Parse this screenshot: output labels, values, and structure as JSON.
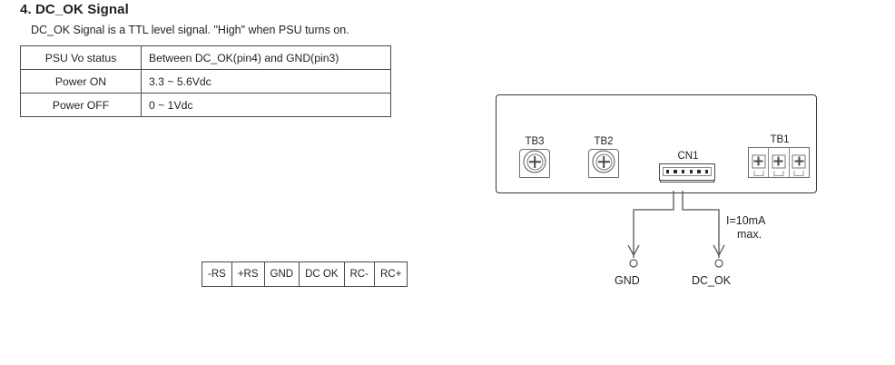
{
  "section": {
    "heading": "4. DC_OK Signal",
    "intro": "DC_OK Signal is a TTL level signal. \"High\" when PSU turns on."
  },
  "spec_table": {
    "rows": [
      {
        "status": "PSU Vo status",
        "value": "Between DC_OK(pin4) and GND(pin3)"
      },
      {
        "status": "Power ON",
        "value": "3.3 ~ 5.6Vdc"
      },
      {
        "status": "Power OFF",
        "value": "0 ~ 1Vdc"
      }
    ]
  },
  "pin_strip": {
    "pins": [
      "-RS",
      "+RS",
      "GND",
      "DC OK",
      "RC-",
      "RC+"
    ]
  },
  "panel": {
    "tb3_label": "TB3",
    "tb2_label": "TB2",
    "cn1_label": "CN1",
    "tb1_label": "TB1"
  },
  "wiring": {
    "gnd_label": "GND",
    "dcok_label": "DC_OK",
    "current_line1": "I=10mA",
    "current_line2": "max."
  },
  "colors": {
    "line": "#3a3a3a",
    "text": "#231f20",
    "detail": "#777777"
  }
}
